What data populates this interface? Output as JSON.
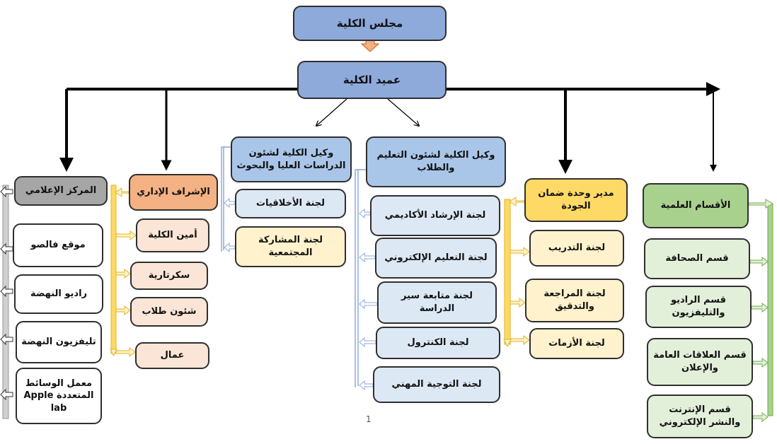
{
  "council": "مجلس الكلية",
  "dean": "عميد الكلية",
  "vice_teaching": {
    "title": "وكيل الكلية لشئون التعليم والطلاب",
    "committees": [
      "لجنة الإرشاد الأكاديمي",
      "لجنة التعليم الإلكتروني",
      "لجنة متابعة سير الدراسة",
      "لجنة الكنترول",
      "لجنة التوجية المهني"
    ]
  },
  "vice_research": {
    "title": "وكيل الكلية لشئون الدراسات العليا والبحوث",
    "committees": [
      "لجنة الأخلاقيات",
      "لجنة المشاركة المجتمعية"
    ]
  },
  "quality": {
    "title": "مدير وحدة ضمان الجودة",
    "committees": [
      "لجنة التدريب",
      "لجنة المراجعة والتدقيق",
      "لجنة الأزمات"
    ]
  },
  "departments": {
    "title": "الأقسام العلمية",
    "items": [
      "قسم الصحافة",
      "قسم الراديو والتليفزيون",
      "قسم العلاقات العامة والإعلان",
      "قسم الإنترنت والنشر الإلكتروني"
    ]
  },
  "admin": {
    "title": "الإشراف الإداري",
    "items": [
      "أمين الكلية",
      "سكرتارية",
      "شئون طلاب",
      "عمال"
    ]
  },
  "media": {
    "title": "المركز الإعلامي",
    "items": [
      "موقع فالصو",
      "راديو النهضة",
      "تليفزيون النهضة",
      "معمل الوسائط المتعددة Apple lab"
    ]
  },
  "page_number": "1",
  "colors": {
    "top": "#8eaadb",
    "vice": "#a9c6e8",
    "vice_committee": "#dde8f5",
    "admin": "#f4b183",
    "admin_item": "#fbe5d6",
    "quality": "#ffd966",
    "quality_item": "#fff2cc",
    "departments": "#a9d18e",
    "department_item": "#e2efd9",
    "media": "#a6a6a6",
    "media_item": "#ffffff",
    "dean_arrow": "#f4b183"
  }
}
